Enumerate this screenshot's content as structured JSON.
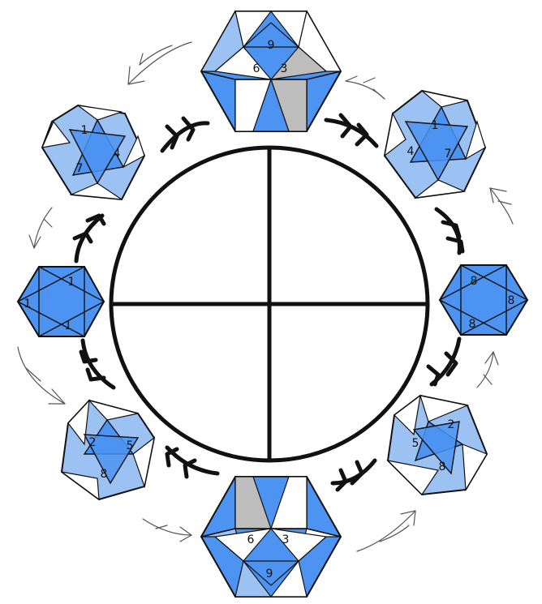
{
  "colors": {
    "blue": "#4d94f2",
    "light_blue": "#9cc2f4",
    "gray": "#bdbdbd",
    "outline": "#111111",
    "background": "#ffffff"
  },
  "figures": {
    "top": {
      "labels": [
        "9",
        "6",
        "3"
      ],
      "shape": "cuboctahedral-solid"
    },
    "upper_right": {
      "labels": [
        "1",
        "4",
        "7"
      ],
      "shape": "faceted-solid"
    },
    "right": {
      "labels": [
        "8",
        "8",
        "8"
      ],
      "shape": "hexagon"
    },
    "lower_right": {
      "labels": [
        "2",
        "5",
        "8"
      ],
      "shape": "faceted-solid"
    },
    "bottom": {
      "labels": [
        "6",
        "3",
        "9"
      ],
      "shape": "cuboctahedral-solid"
    },
    "lower_left": {
      "labels": [
        "2",
        "5",
        "8"
      ],
      "shape": "faceted-solid"
    },
    "left": {
      "labels": [
        "1",
        "1",
        "1"
      ],
      "shape": "hexagon"
    },
    "upper_left": {
      "labels": [
        "1",
        "4",
        "7"
      ],
      "shape": "faceted-solid"
    }
  }
}
